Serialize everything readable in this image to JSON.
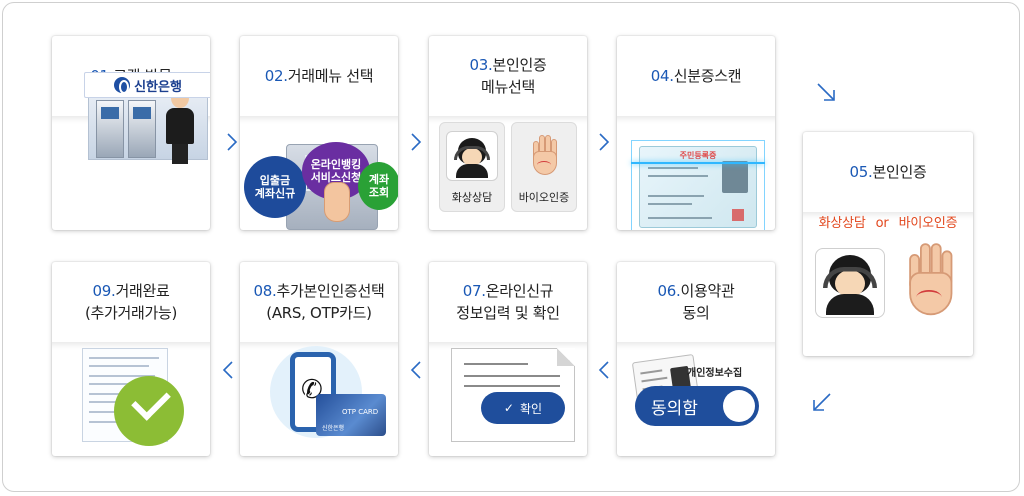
{
  "steps": [
    {
      "num": "01.",
      "title": "고객 방문",
      "title2": ""
    },
    {
      "num": "02.",
      "title": "거래메뉴 선택",
      "title2": ""
    },
    {
      "num": "03.",
      "title": "본인인증",
      "title2": "메뉴선택"
    },
    {
      "num": "04.",
      "title": "신분증스캔",
      "title2": ""
    },
    {
      "num": "05.",
      "title": "본인인증",
      "title2": ""
    },
    {
      "num": "06.",
      "title": "이용약관",
      "title2": "동의"
    },
    {
      "num": "07.",
      "title": "온라인신규",
      "title2": "정보입력 및 확인"
    },
    {
      "num": "08.",
      "title": "추가본인인증선택",
      "title2": "(ARS, OTP카드)"
    },
    {
      "num": "09.",
      "title": "거래완료",
      "title2": "(추가거래가능)"
    }
  ],
  "step01": {
    "sign": "신한은행"
  },
  "step02": {
    "bubble1": "입출금\n계좌신규",
    "bubble2": "온라인뱅킹\n서비스신청",
    "bubble3": "계좌\n조회"
  },
  "step03": {
    "option1": "화상상담",
    "option2": "바이오인증"
  },
  "step04": {
    "card_title": "주민등록증"
  },
  "step05": {
    "option1": "화상상담",
    "or": "or",
    "option2": "바이오인증"
  },
  "step06": {
    "label": "개인정보수집",
    "toggle": "동의함"
  },
  "step07": {
    "button": "확인",
    "check": "✓"
  },
  "step08": {
    "card": "OTP CARD",
    "brand": "신한은행"
  },
  "colors": {
    "accent_blue": "#1a58b5",
    "button_blue": "#1f4e9c",
    "option_red": "#e2471d",
    "check_green": "#8cbd35"
  }
}
